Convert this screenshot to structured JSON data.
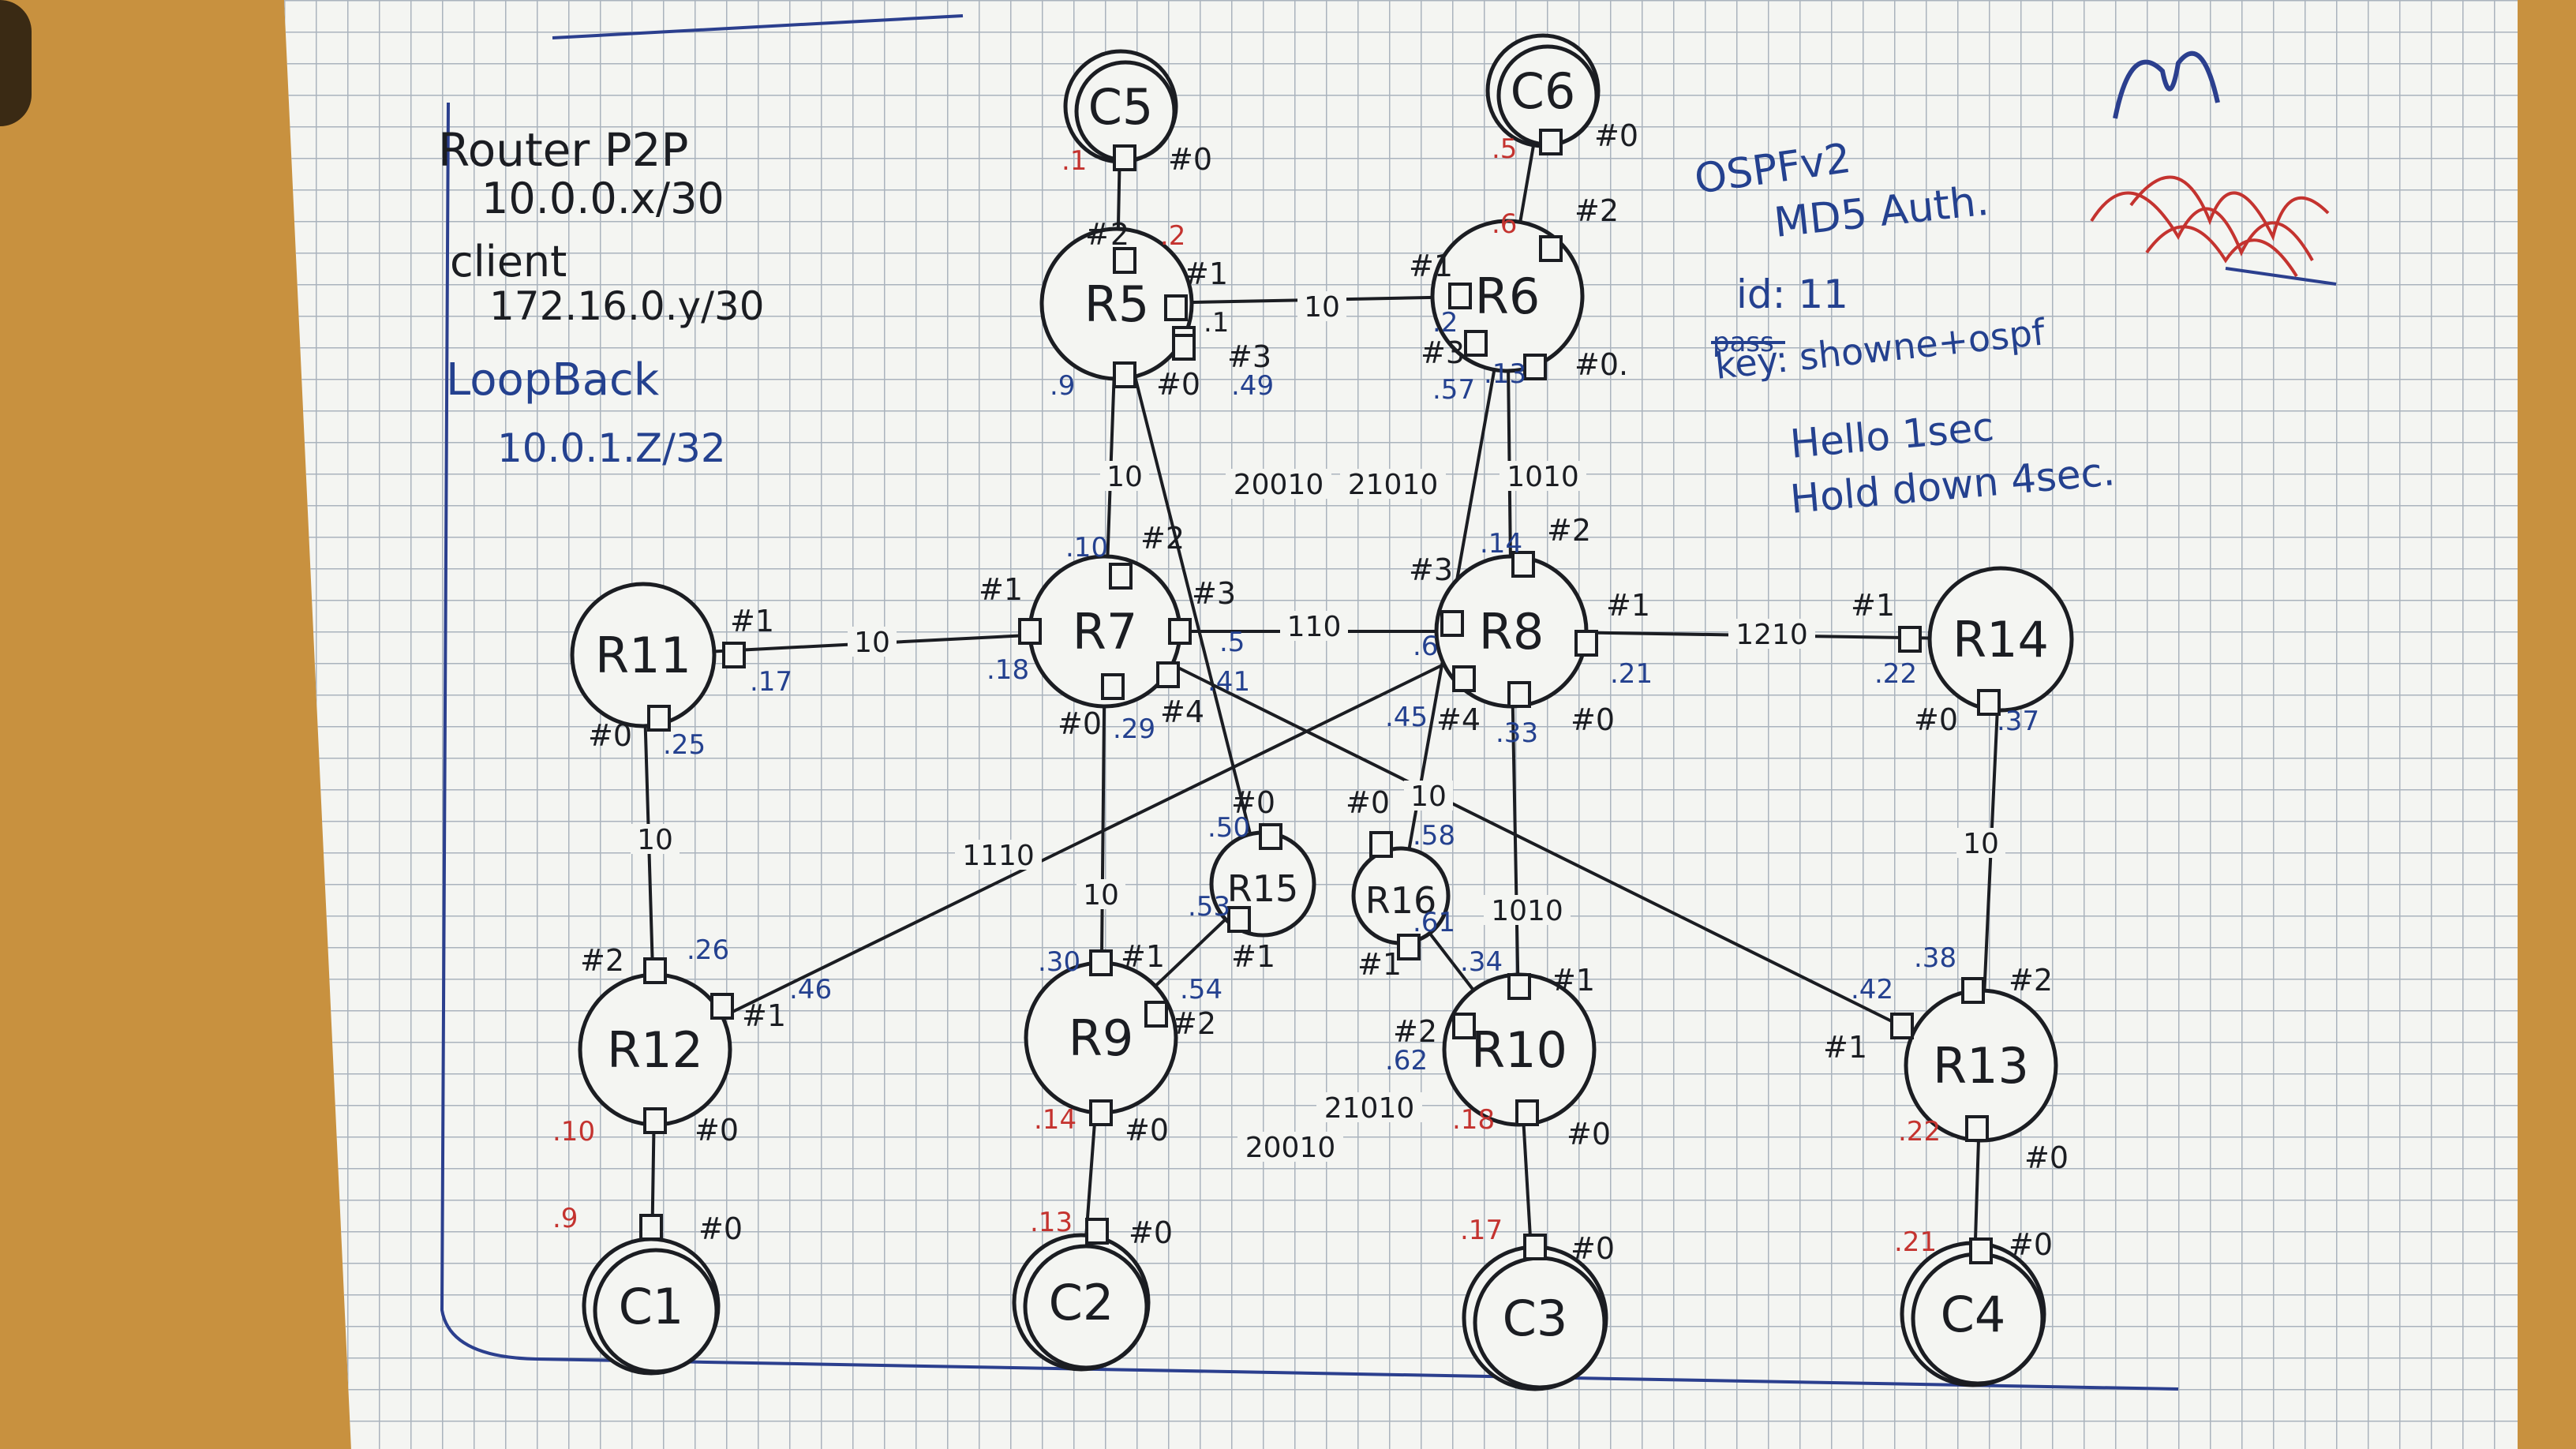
{
  "notes": {
    "p2p_title": "Router P2P",
    "p2p_net": "10.0.0.x/30",
    "client_title": "client",
    "client_net": "172.16.0.y/30",
    "loopback_title": "LoopBack",
    "loopback_net": "10.0.1.Z/32",
    "ospf": "OSPFv2",
    "auth": "MD5 Auth.",
    "id": "id: 11",
    "key_struck": "pass",
    "key": "key: showne+ospf",
    "hello": "Hello 1sec",
    "holddown": "Hold down 4sec."
  },
  "nodes": [
    {
      "id": "C5",
      "label": "C5",
      "kind": "client"
    },
    {
      "id": "C6",
      "label": "C6",
      "kind": "client"
    },
    {
      "id": "R5",
      "label": "R5",
      "kind": "router"
    },
    {
      "id": "R6",
      "label": "R6",
      "kind": "router"
    },
    {
      "id": "R7",
      "label": "R7",
      "kind": "router"
    },
    {
      "id": "R8",
      "label": "R8",
      "kind": "router"
    },
    {
      "id": "R11",
      "label": "R11",
      "kind": "router"
    },
    {
      "id": "R14",
      "label": "R14",
      "kind": "router"
    },
    {
      "id": "R15",
      "label": "R15",
      "kind": "router"
    },
    {
      "id": "R16",
      "label": "R16",
      "kind": "router"
    },
    {
      "id": "R12",
      "label": "R12",
      "kind": "router"
    },
    {
      "id": "R9",
      "label": "R9",
      "kind": "router"
    },
    {
      "id": "R10",
      "label": "R10",
      "kind": "router"
    },
    {
      "id": "R13",
      "label": "R13",
      "kind": "router"
    },
    {
      "id": "C1",
      "label": "C1",
      "kind": "client"
    },
    {
      "id": "C2",
      "label": "C2",
      "kind": "client"
    },
    {
      "id": "C3",
      "label": "C3",
      "kind": "client"
    },
    {
      "id": "C4",
      "label": "C4",
      "kind": "client"
    }
  ],
  "edges": [
    {
      "from": "C5",
      "to": "R5",
      "cost": ""
    },
    {
      "from": "C6",
      "to": "R6",
      "cost": ""
    },
    {
      "from": "R5",
      "to": "R6",
      "cost": "10"
    },
    {
      "from": "R5",
      "to": "R7",
      "cost": "10"
    },
    {
      "from": "R6",
      "to": "R8",
      "cost": "1010"
    },
    {
      "from": "R5",
      "to": "R15",
      "cost": "20010"
    },
    {
      "from": "R6",
      "to": "R16",
      "cost": "21010"
    },
    {
      "from": "R11",
      "to": "R7",
      "cost": "10"
    },
    {
      "from": "R7",
      "to": "R8",
      "cost": "110"
    },
    {
      "from": "R8",
      "to": "R14",
      "cost": "1210"
    },
    {
      "from": "R11",
      "to": "R12",
      "cost": "10"
    },
    {
      "from": "R8",
      "to": "R12",
      "cost": "1110"
    },
    {
      "from": "R7",
      "to": "R13",
      "cost": "10"
    },
    {
      "from": "R7",
      "to": "R9",
      "cost": "10"
    },
    {
      "from": "R8",
      "to": "R10",
      "cost": "1010"
    },
    {
      "from": "R14",
      "to": "R13",
      "cost": "10"
    },
    {
      "from": "R15",
      "to": "R9",
      "cost": "20010"
    },
    {
      "from": "R16",
      "to": "R10",
      "cost": "21010"
    },
    {
      "from": "R12",
      "to": "C1",
      "cost": ""
    },
    {
      "from": "R9",
      "to": "C2",
      "cost": ""
    },
    {
      "from": "R10",
      "to": "C3",
      "cost": ""
    },
    {
      "from": "R13",
      "to": "C4",
      "cost": ""
    }
  ],
  "ports": [
    {
      "node": "C5",
      "name": "#0",
      "addr": ".1",
      "addr_color": "red"
    },
    {
      "node": "R5",
      "name": "#2",
      "addr": ".2",
      "addr_color": "red"
    },
    {
      "node": "R5",
      "name": "#1",
      "addr": ".1",
      "addr_color": "ink"
    },
    {
      "node": "R5",
      "name": "#3",
      "addr": "",
      "addr_color": "ink"
    },
    {
      "node": "R5",
      "name": "#0",
      "addr": ".9",
      "addr_color": "blue"
    },
    {
      "node": "R5",
      "name": "",
      "addr": ".49",
      "addr_color": "blue"
    },
    {
      "node": "C6",
      "name": "#0",
      "addr": ".5",
      "addr_color": "red"
    },
    {
      "node": "R6",
      "name": "#2",
      "addr": ".6",
      "addr_color": "red"
    },
    {
      "node": "R6",
      "name": "#1",
      "addr": ".2",
      "addr_color": "blue"
    },
    {
      "node": "R6",
      "name": "#3",
      "addr": ".57",
      "addr_color": "blue"
    },
    {
      "node": "R6",
      "name": "#0.",
      "addr": ".13",
      "addr_color": "blue"
    },
    {
      "node": "R7",
      "name": "#2",
      "addr": ".10",
      "addr_color": "blue"
    },
    {
      "node": "R7",
      "name": "#1",
      "addr": ".18",
      "addr_color": "blue"
    },
    {
      "node": "R7",
      "name": "#3",
      "addr": ".5",
      "addr_color": "blue"
    },
    {
      "node": "R7",
      "name": "#4",
      "addr": ".41",
      "addr_color": "blue"
    },
    {
      "node": "R7",
      "name": "#0",
      "addr": ".29",
      "addr_color": "blue"
    },
    {
      "node": "R8",
      "name": "#2",
      "addr": ".14",
      "addr_color": "blue"
    },
    {
      "node": "R8",
      "name": "#3",
      "addr": ".6",
      "addr_color": "blue"
    },
    {
      "node": "R8",
      "name": "#1",
      "addr": ".21",
      "addr_color": "blue"
    },
    {
      "node": "R8",
      "name": "#4",
      "addr": ".45",
      "addr_color": "blue"
    },
    {
      "node": "R8",
      "name": "#0",
      "addr": ".33",
      "addr_color": "blue"
    },
    {
      "node": "R11",
      "name": "#1",
      "addr": ".17",
      "addr_color": "blue"
    },
    {
      "node": "R11",
      "name": "#0",
      "addr": ".25",
      "addr_color": "blue"
    },
    {
      "node": "R14",
      "name": "#1",
      "addr": ".22",
      "addr_color": "blue"
    },
    {
      "node": "R14",
      "name": "#0",
      "addr": ".37",
      "addr_color": "blue"
    },
    {
      "node": "R15",
      "name": "#0",
      "addr": ".50",
      "addr_color": "blue"
    },
    {
      "node": "R15",
      "name": "#1",
      "addr": ".53",
      "addr_color": "blue"
    },
    {
      "node": "R16",
      "name": "#0",
      "addr": ".58",
      "addr_color": "blue"
    },
    {
      "node": "R16",
      "name": "#1",
      "addr": ".61",
      "addr_color": "blue"
    },
    {
      "node": "R12",
      "name": "#2",
      "addr": ".26",
      "addr_color": "blue"
    },
    {
      "node": "R12",
      "name": "#1",
      "addr": ".46",
      "addr_color": "blue"
    },
    {
      "node": "R12",
      "name": "#0",
      "addr": ".10",
      "addr_color": "red"
    },
    {
      "node": "R9",
      "name": "#1",
      "addr": ".30",
      "addr_color": "blue"
    },
    {
      "node": "R9",
      "name": "#2",
      "addr": ".54",
      "addr_color": "blue"
    },
    {
      "node": "R9",
      "name": "#0",
      "addr": ".14",
      "addr_color": "red"
    },
    {
      "node": "R10",
      "name": "#1",
      "addr": ".34",
      "addr_color": "blue"
    },
    {
      "node": "R10",
      "name": "#2",
      "addr": ".62",
      "addr_color": "blue"
    },
    {
      "node": "R10",
      "name": "#0",
      "addr": ".18",
      "addr_color": "red"
    },
    {
      "node": "R13",
      "name": "#1",
      "addr": ".42",
      "addr_color": "blue"
    },
    {
      "node": "R13",
      "name": "#2",
      "addr": ".38",
      "addr_color": "blue"
    },
    {
      "node": "R13",
      "name": "#0",
      "addr": ".22",
      "addr_color": "red"
    },
    {
      "node": "C1",
      "name": "#0",
      "addr": ".9",
      "addr_color": "red"
    },
    {
      "node": "C2",
      "name": "#0",
      "addr": ".13",
      "addr_color": "red"
    },
    {
      "node": "C3",
      "name": "#0",
      "addr": ".17",
      "addr_color": "red"
    },
    {
      "node": "C4",
      "name": "#0",
      "addr": ".21",
      "addr_color": "red"
    }
  ],
  "colors": {
    "ink": "#1b1d22",
    "blue": "#24418f",
    "red": "#c4332f",
    "paper": "#f4f5f2",
    "grid": "#aab3bd",
    "desk": "#c8913f"
  }
}
